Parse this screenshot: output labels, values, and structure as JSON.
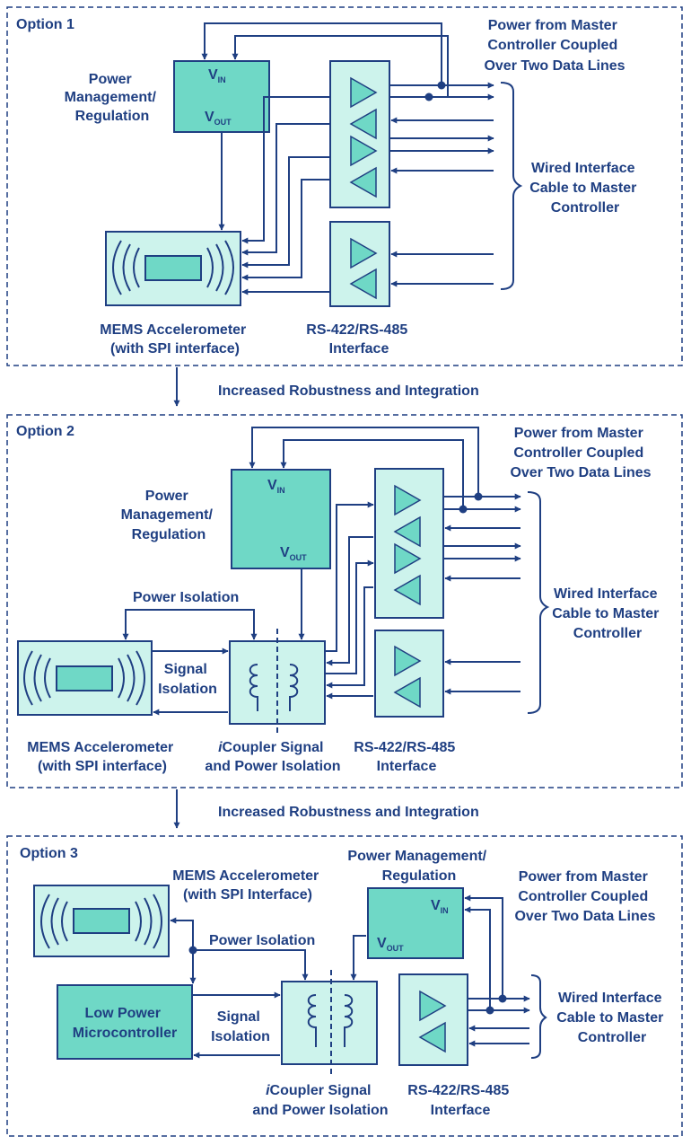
{
  "colors": {
    "line": "#1f3f82",
    "box_light": "#cdf3ec",
    "box_dark": "#6fd8c6",
    "inner": "#6fd8c6",
    "text": "#1f3f82",
    "background": "#ffffff"
  },
  "icons": [
    "triangle-buffer-icon",
    "sensor-arcs-icon",
    "transformer-coil-icon",
    "junction-dot-icon",
    "arrowhead-icon"
  ],
  "option1": {
    "title": "Option 1",
    "power_lines": [
      "Power",
      "Management/",
      "Regulation"
    ],
    "vin_main": "V",
    "vin_sub": "IN",
    "vout_main": "V",
    "vout_sub": "OUT",
    "master_lines": [
      "Power from Master",
      "Controller Coupled",
      "Over Two Data Lines"
    ],
    "cable_lines": [
      "Wired Interface",
      "Cable to Master",
      "Controller"
    ],
    "mems_lines": [
      "MEMS Accelerometer",
      "(with SPI interface)"
    ],
    "rs_lines": [
      "RS-422/RS-485",
      "Interface"
    ]
  },
  "connector1": "Increased Robustness and Integration",
  "option2": {
    "title": "Option 2",
    "power_lines": [
      "Power",
      "Management/",
      "Regulation"
    ],
    "vin_main": "V",
    "vin_sub": "IN",
    "vout_main": "V",
    "vout_sub": "OUT",
    "master_lines": [
      "Power from Master",
      "Controller Coupled",
      "Over Two Data Lines"
    ],
    "cable_lines": [
      "Wired Interface",
      "Cable to Master",
      "Controller"
    ],
    "power_iso": "Power Isolation",
    "signal_iso_lines": [
      "Signal",
      "Isolation"
    ],
    "mems_lines": [
      "MEMS Accelerometer",
      "(with SPI interface)"
    ],
    "icoupler_italic": "i",
    "icoupler_lines": [
      "Coupler Signal",
      "and Power Isolation"
    ],
    "rs_lines": [
      "RS-422/RS-485",
      "Interface"
    ]
  },
  "connector2": "Increased Robustness and Integration",
  "option3": {
    "title": "Option 3",
    "mems_lines": [
      "MEMS Accelerometer",
      "(with SPI Interface)"
    ],
    "power_lines": [
      "Power Management/",
      "Regulation"
    ],
    "vin_main": "V",
    "vin_sub": "IN",
    "vout_main": "V",
    "vout_sub": "OUT",
    "master_lines": [
      "Power from Master",
      "Controller Coupled",
      "Over Two Data Lines"
    ],
    "power_iso": "Power Isolation",
    "micro_lines": [
      "Low Power",
      "Microcontroller"
    ],
    "signal_iso_lines": [
      "Signal",
      "Isolation"
    ],
    "cable_lines": [
      "Wired Interface",
      "Cable to Master",
      "Controller"
    ],
    "icoupler_italic": "i",
    "icoupler_lines": [
      "Coupler Signal",
      "and Power Isolation"
    ],
    "rs_lines": [
      "RS-422/RS-485",
      "Interface"
    ]
  }
}
